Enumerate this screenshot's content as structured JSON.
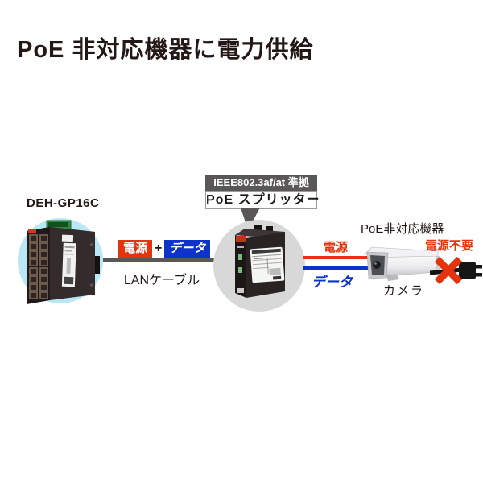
{
  "title": "PoE 非対応機器に電力供給",
  "switch": {
    "model": "DEH-GP16C"
  },
  "lan_link": {
    "power_badge": "電源",
    "plus": "+",
    "data_badge": "データ",
    "cable_label": "LANケーブル"
  },
  "splitter_callout": {
    "standard": "IEEE802.3af/at 準拠",
    "name": "PoE スプリッター"
  },
  "output_link": {
    "power_label": "電源",
    "data_label": "データ"
  },
  "device": {
    "category": "PoE非対応機器",
    "name": "カメラ",
    "no_power_label": "電源不要"
  },
  "colors": {
    "red": "#e5330e",
    "blue": "#0d33cc",
    "line_gray": "#595757",
    "callout_bar": "#595757",
    "circle_blue": "#b9e7f6",
    "circle_gray": "#d8d8d9",
    "text": "#231815"
  }
}
